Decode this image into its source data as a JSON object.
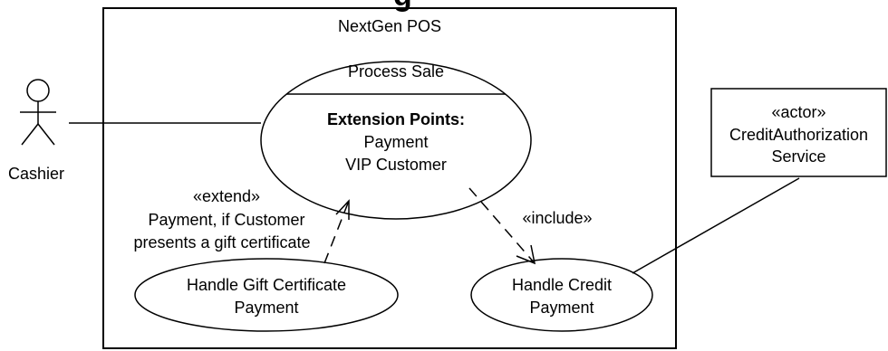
{
  "title_fragment": "g",
  "system": {
    "name": "NextGen POS"
  },
  "actors": {
    "cashier": {
      "label": "Cashier"
    },
    "credit_service": {
      "stereotype": "«actor»",
      "name_line1": "CreditAuthorization",
      "name_line2": "Service"
    }
  },
  "use_cases": {
    "process_sale": {
      "name": "Process Sale",
      "ext_heading": "Extension Points:",
      "ext_points": [
        "Payment",
        "VIP Customer"
      ]
    },
    "gift": {
      "line1": "Handle Gift Certificate",
      "line2": "Payment"
    },
    "credit": {
      "line1": "Handle Credit",
      "line2": "Payment"
    }
  },
  "relationships": {
    "extend": {
      "stereotype": "«extend»",
      "line1": "Payment, if Customer",
      "line2": "presents a gift certificate"
    },
    "include": {
      "stereotype": "«include»"
    }
  },
  "colors": {
    "stroke": "#000000",
    "background": "#ffffff",
    "text": "#000000"
  }
}
